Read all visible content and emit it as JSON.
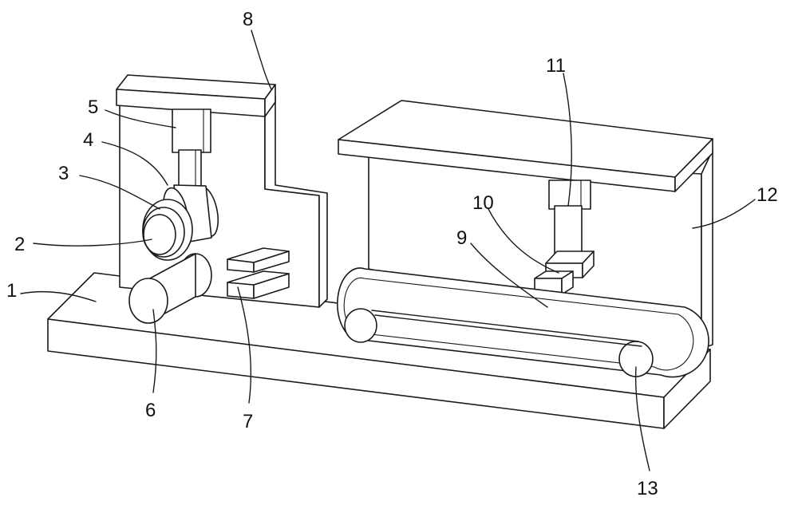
{
  "labels": {
    "n1": "1",
    "n2": "2",
    "n3": "3",
    "n4": "4",
    "n5": "5",
    "n6": "6",
    "n7": "7",
    "n8": "8",
    "n9": "9",
    "n10": "10",
    "n11": "11",
    "n12": "12",
    "n13": "13"
  },
  "colors": {
    "stroke": "#1a1a1a",
    "fill": "#ffffff"
  }
}
